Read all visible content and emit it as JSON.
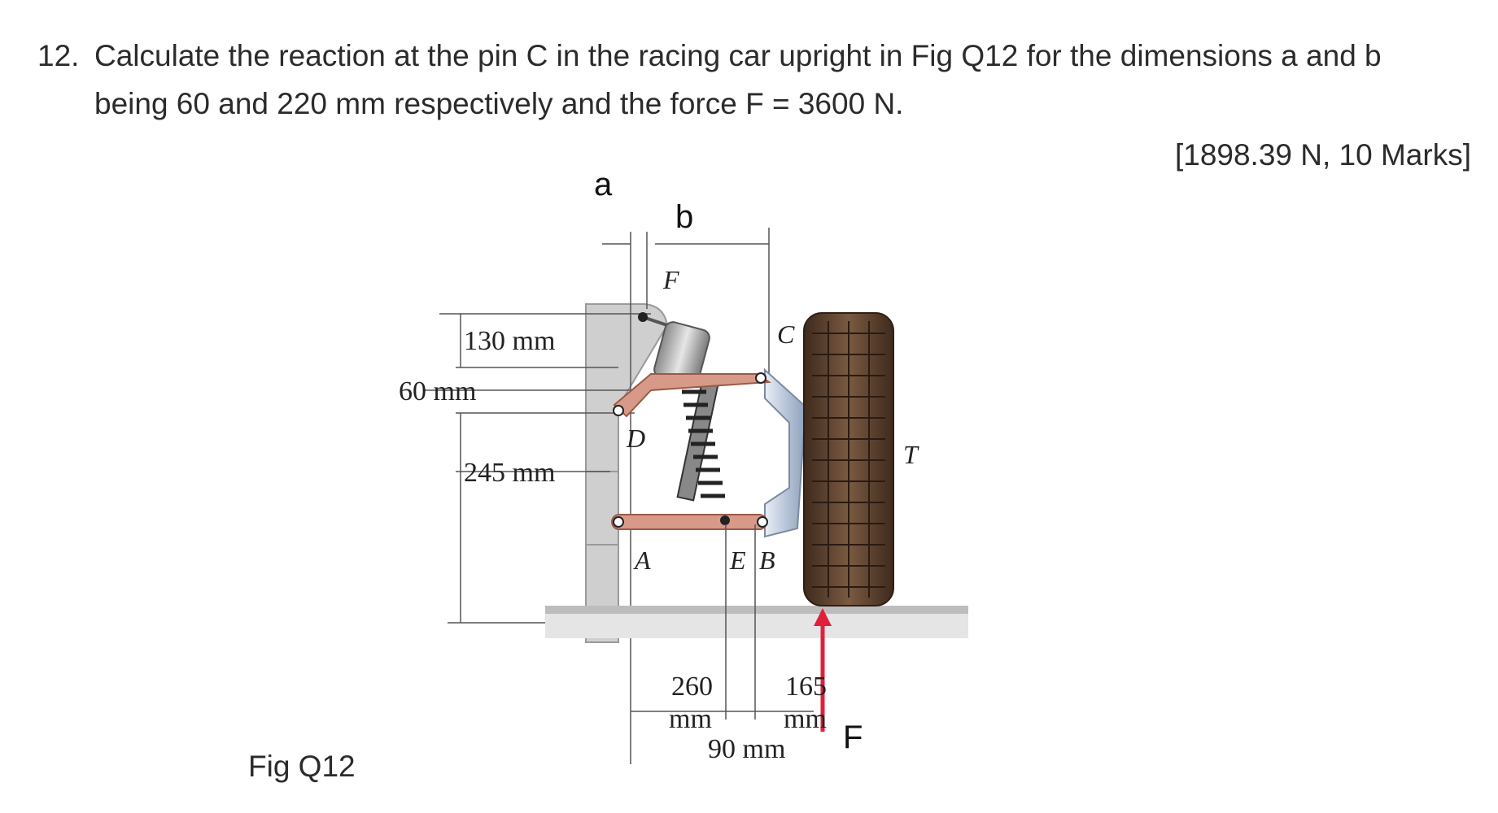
{
  "question": {
    "number": "12.",
    "line1": "Calculate the reaction at the pin C in the racing car upright in Fig Q12 for the dimensions a and b",
    "line2": "being 60 and 220 mm respectively and the force F = 3600 N.",
    "answer": "[1898.39 N, 10 Marks]"
  },
  "figure": {
    "caption": "Fig Q12",
    "labels": {
      "a": "a",
      "b": "b",
      "F_top": "F",
      "C": "C",
      "D": "D",
      "A": "A",
      "E": "E",
      "B": "B",
      "T": "T",
      "F_bottom": "F"
    },
    "dimensions": {
      "d130": "130 mm",
      "d60": "60 mm",
      "d245": "245 mm",
      "d260_value": "260",
      "d260_unit": "mm",
      "d165_value": "165",
      "d165_unit": "mm",
      "d90": "90 mm"
    },
    "colors": {
      "arm": "#d89a88",
      "arm_edge": "#9a5a48",
      "frame": "#c9c9c9",
      "upright": "#b9c6da",
      "tire": "#6a4a35",
      "ground": "#bdbdbd",
      "force_arrow": "#e0203a"
    }
  }
}
